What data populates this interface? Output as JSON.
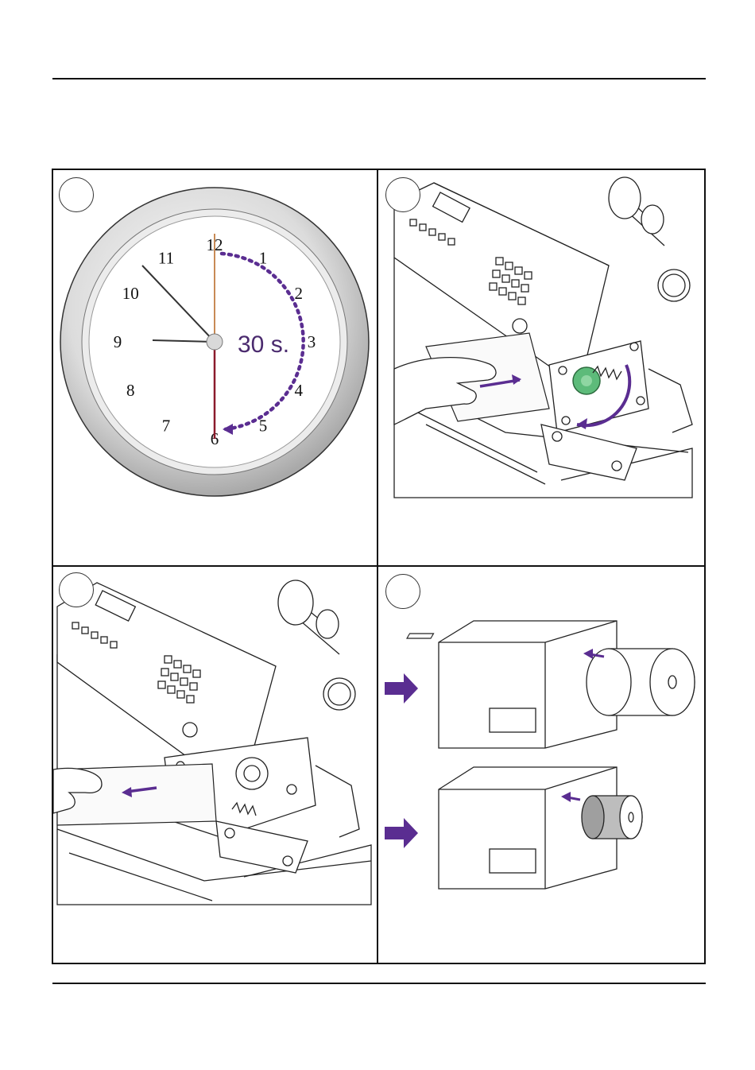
{
  "colors": {
    "accent_purple": "#5a2d91",
    "dial_gray": "#c9c9c9",
    "green_knob": "#5dbb7a",
    "red_hand": "#8b1a2b",
    "orange_hand": "#c88a55"
  },
  "panels": [
    {
      "id": 1,
      "illustration": "wall-clock",
      "clock": {
        "numbers": [
          "12",
          "1",
          "2",
          "3",
          "4",
          "5",
          "6",
          "7",
          "8",
          "9",
          "10",
          "11"
        ],
        "elapsed_label": "30 s."
      }
    },
    {
      "id": 2,
      "illustration": "printhead-lift-and-insert-paper"
    },
    {
      "id": 3,
      "illustration": "printhead-remove-paper"
    },
    {
      "id": 4,
      "illustration": "printer-media-roll-loading"
    }
  ]
}
